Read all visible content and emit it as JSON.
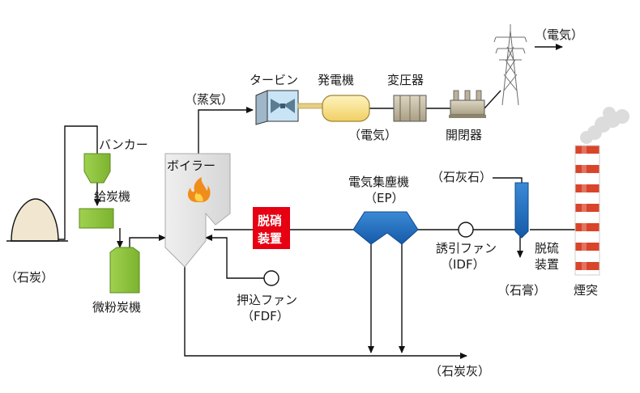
{
  "labels": {
    "coal_pile": "（石炭）",
    "bunker": "バンカー",
    "coal_feeder": "給炭機",
    "pulverizer": "微粉炭機",
    "boiler": "ボイラー",
    "steam": "（蒸気）",
    "turbine": "タービン",
    "generator": "発電機",
    "transformer": "変圧器",
    "switchgear": "開閉器",
    "electricity_mid": "（電気）",
    "electricity_top": "（電気）",
    "denitration_line1": "脱硝",
    "denitration_line2": "装置",
    "forced_draft_fan_line1": "押込ファン",
    "forced_draft_fan_line2": "（FDF）",
    "electrostatic_precipitator_line1": "電気集塵機",
    "electrostatic_precipitator_line2": "（EP）",
    "induced_draft_fan_line1": "誘引ファン",
    "induced_draft_fan_line2": "（IDF）",
    "limestone": "（石灰石）",
    "desulfurization_line1": "脱硫",
    "desulfurization_line2": "装置",
    "gypsum": "（石膏）",
    "stack": "煙突",
    "coal_ash": "（石炭灰）"
  },
  "colors": {
    "equipment_green": "#8dc63f",
    "boiler_grey": "#e3e3e3",
    "denitration_red": "#e60012",
    "ep_blue": "#1f6fc4",
    "turbine_blue": "#c9e4f5",
    "generator_yellow": "#fbe89a",
    "stack_red": "#d9442b",
    "coal_pile_tan": "#f1e6cf"
  },
  "icons": {
    "boiler_flame": "flame-icon",
    "power_tower": "transmission-tower-icon",
    "smoke": "smoke-icon"
  }
}
